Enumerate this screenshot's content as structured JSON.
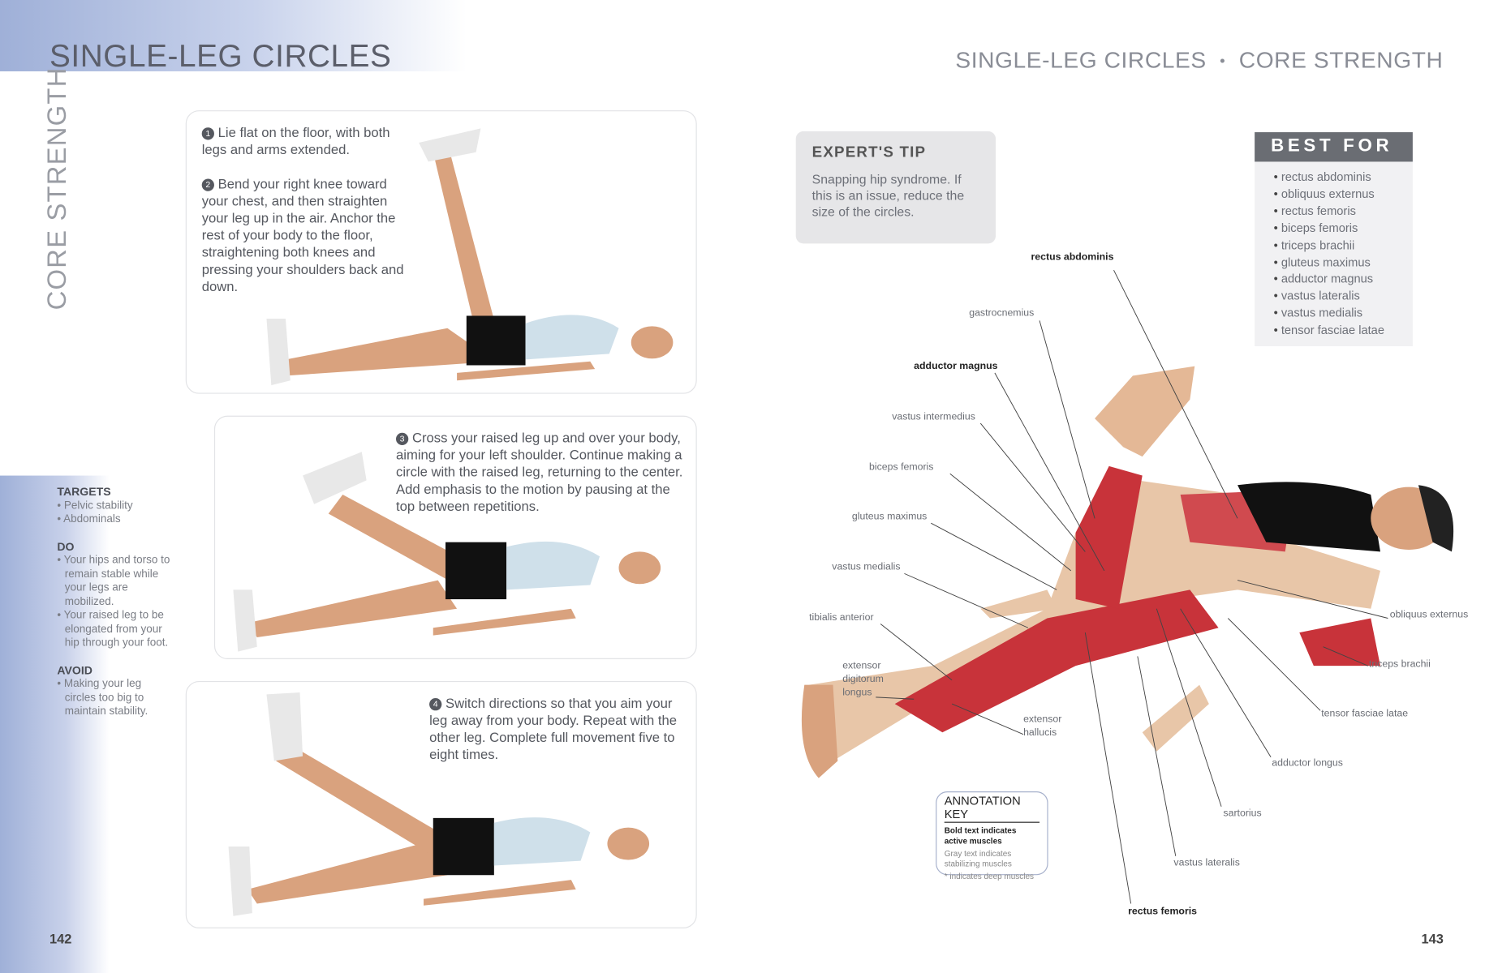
{
  "left_page": {
    "title": "SINGLE-LEG CIRCLES",
    "section": "CORE STRENGTH",
    "page_number": "142",
    "steps": [
      {
        "n": "1",
        "text": "Lie flat on the floor, with both legs and arms extended."
      },
      {
        "n": "2",
        "text": "Bend your right knee toward your chest, and then straighten your leg up in the air. Anchor the rest of your body to the floor, straightening both knees and pressing your shoulders back and down."
      },
      {
        "n": "3",
        "text": "Cross your raised leg up and over your body, aiming for your left shoulder. Continue making a circle with the raised leg, returning to the center. Add emphasis to the motion by pausing at the top between repetitions."
      },
      {
        "n": "4",
        "text": "Switch directions so that you aim your leg away from your body. Repeat with the other leg. Complete full movement five to eight times."
      }
    ],
    "sidebar": {
      "targets_heading": "TARGETS",
      "targets": [
        "Pelvic stability",
        "Abdominals"
      ],
      "do_heading": "DO",
      "do": [
        "Your hips and torso to remain stable while your legs are mobilized.",
        "Your raised leg to be elongated from your hip through your foot."
      ],
      "avoid_heading": "AVOID",
      "avoid": [
        "Making your leg circles too big to maintain stability."
      ]
    }
  },
  "right_page": {
    "header_left": "SINGLE-LEG CIRCLES",
    "header_sep": "•",
    "header_right": "CORE STRENGTH",
    "page_number": "143",
    "expert_tip": {
      "heading": "EXPERT'S TIP",
      "text": "Snapping hip syndrome. If this is an issue, reduce the size of the circles."
    },
    "best_for": {
      "heading": "BEST FOR",
      "items": [
        "rectus abdominis",
        "obliquus externus",
        "rectus femoris",
        "biceps femoris",
        "triceps brachii",
        "gluteus maximus",
        "adductor magnus",
        "vastus lateralis",
        "vastus medialis",
        "tensor fasciae latae"
      ]
    },
    "labels": [
      "rectus abdominis",
      "gastrocnemius",
      "adductor magnus",
      "vastus intermedius",
      "biceps femoris",
      "gluteus maximus",
      "vastus medialis",
      "tibialis anterior",
      "extensor digitorum longus",
      "extensor hallucis",
      "rectus femoris",
      "vastus lateralis",
      "sartorius",
      "adductor longus",
      "tensor fasciae latae",
      "triceps brachii",
      "obliquus externus"
    ],
    "annotation_key": {
      "heading": "ANNOTATION KEY",
      "bold": "Bold text indicates active muscles",
      "gray": "Gray text indicates stabilizing muscles",
      "deep": "* indicates deep muscles"
    }
  }
}
